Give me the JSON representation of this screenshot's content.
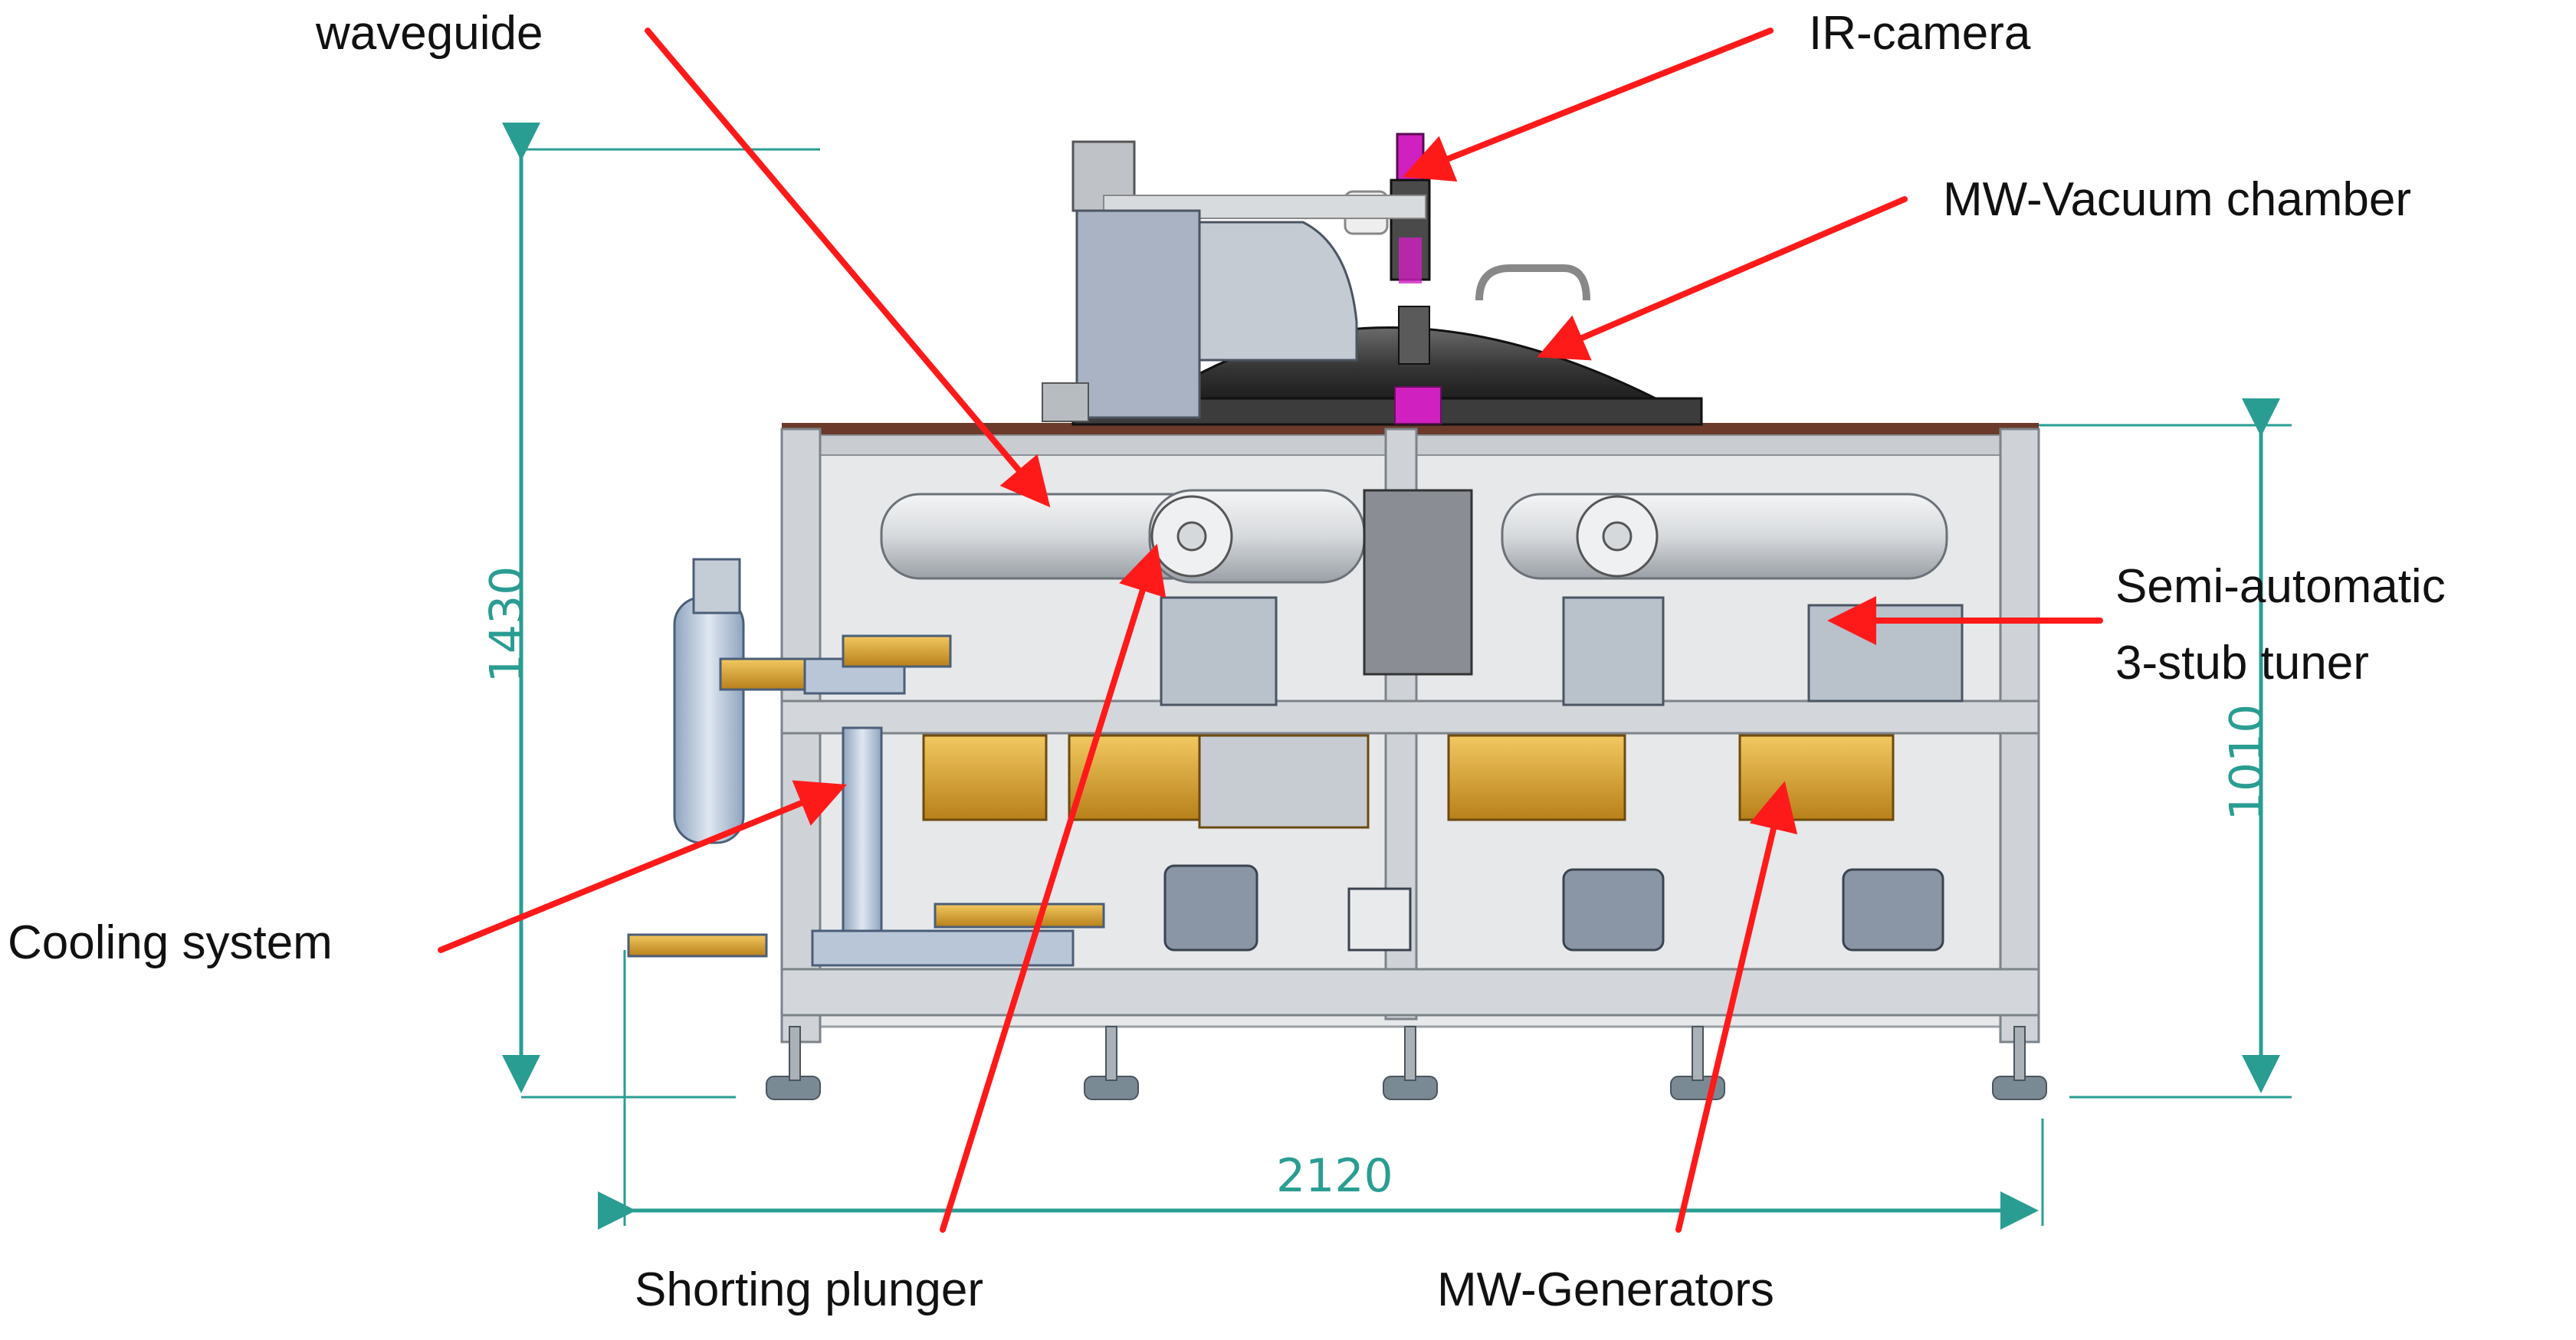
{
  "labels": {
    "waveguide": "waveguide",
    "ir_camera": "IR-camera",
    "mw_vacuum_chamber": "MW-Vacuum chamber",
    "tuner_line1": "Semi-automatic",
    "tuner_line2": "3-stub tuner",
    "cooling_system": "Cooling system",
    "shorting_plunger": "Shorting plunger",
    "mw_generators": "MW-Generators"
  },
  "dimensions": {
    "total_height": "1430",
    "frame_height": "1010",
    "width": "2120"
  },
  "colors": {
    "arrow": "#ff1a1a",
    "dimension": "#2a9d93",
    "frame": "#c8ccd0",
    "chamber": "#3a3a3a",
    "brass": "#e0a830",
    "accent_magenta": "#d020c0"
  }
}
